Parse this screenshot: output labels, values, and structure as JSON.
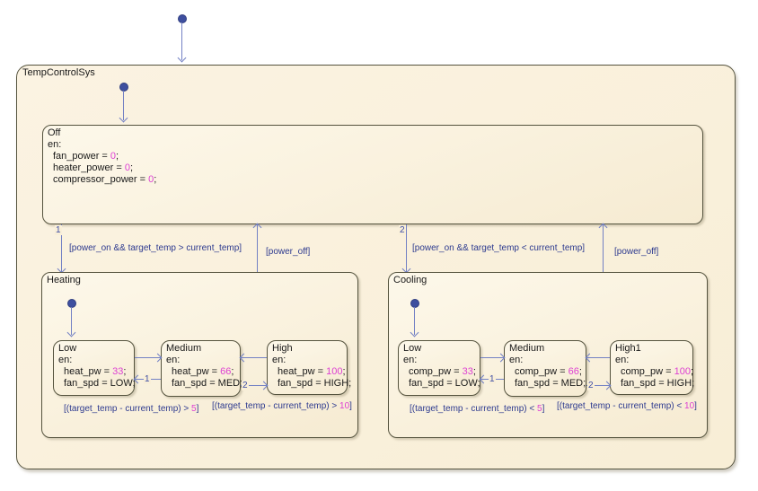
{
  "colors": {
    "chart_fill": "#F9EFD8",
    "state_border": "#55533E",
    "transition_blue": "#7381C4",
    "label_blue": "#2D3A8F",
    "literal_magenta": "#DD3FD3",
    "initial_dot": "#3E4F9F"
  },
  "chart": {
    "title": "TempControlSys"
  },
  "off": {
    "name": "Off",
    "en": "en:",
    "a1_pre": "fan_power = ",
    "a1_val": "0",
    "a1_end": ";",
    "a2_pre": "heater_power = ",
    "a2_val": "0",
    "a2_end": ";",
    "a3_pre": "compressor_power = ",
    "a3_val": "0",
    "a3_end": ";"
  },
  "top_transitions": {
    "to_heating_order": "1",
    "to_heating_cond": "[power_on && target_temp > current_temp]",
    "heating_power_off": "[power_off]",
    "to_cooling_order": "2",
    "to_cooling_cond": "[power_on && target_temp < current_temp]",
    "cooling_power_off": "[power_off]"
  },
  "heating": {
    "name": "Heating",
    "low": {
      "name": "Low",
      "en": "en:",
      "p1": "heat_pw = ",
      "v1": "33",
      "s1": ";",
      "l2": "fan_spd = LOW;"
    },
    "medium": {
      "name": "Medium",
      "en": "en:",
      "p1": "heat_pw = ",
      "v1": "66",
      "s1": ";",
      "l2": "fan_spd = MED;"
    },
    "high": {
      "name": "High",
      "en": "en:",
      "p1": "heat_pw = ",
      "v1": "100",
      "s1": ";",
      "l2": "fan_spd = HIGH;"
    },
    "down_order": "1",
    "up_order": "2",
    "c1_pre": "[(target_temp - current_temp) > ",
    "c1_val": "5",
    "c1_end": "]",
    "c2_pre": "[(target_temp - current_temp) > ",
    "c2_val": "10",
    "c2_end": "]"
  },
  "cooling": {
    "name": "Cooling",
    "low": {
      "name": "Low",
      "en": "en:",
      "p1": "comp_pw = ",
      "v1": "33",
      "s1": ";",
      "l2": "fan_spd = LOW;"
    },
    "medium": {
      "name": "Medium",
      "en": "en:",
      "p1": "comp_pw = ",
      "v1": "66",
      "s1": ";",
      "l2": "fan_spd = MED;"
    },
    "high": {
      "name": "High1",
      "en": "en:",
      "p1": "comp_pw = ",
      "v1": "100",
      "s1": ";",
      "l2": "fan_spd = HIGH;"
    },
    "down_order": "1",
    "up_order": "2",
    "c1_pre": "[(target_temp - current_temp) < ",
    "c1_val": "5",
    "c1_end": "]",
    "c2_pre": "[(target_temp - current_temp) < ",
    "c2_val": "10",
    "c2_end": "]"
  }
}
